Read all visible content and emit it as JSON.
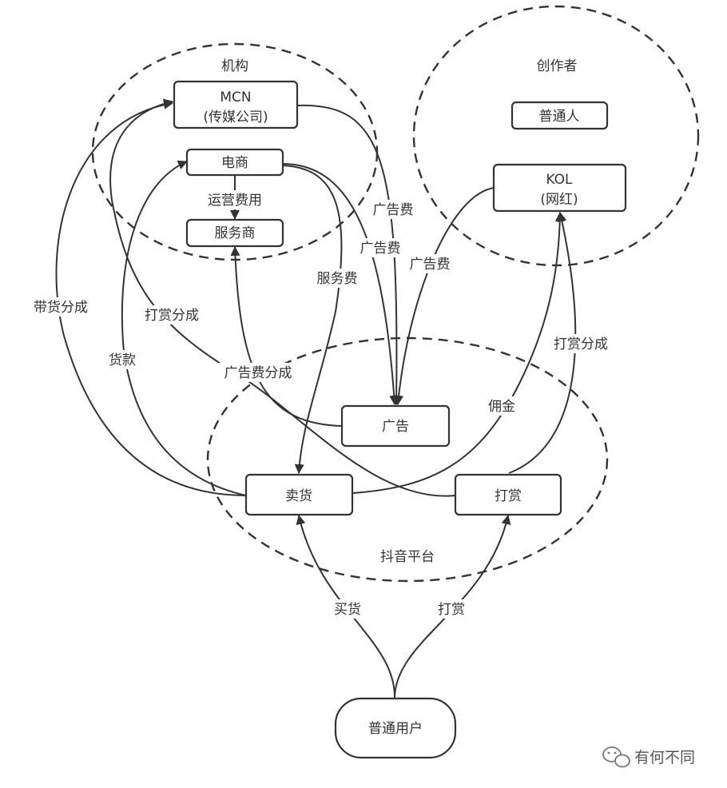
{
  "groups": {
    "institution": "机构",
    "creator": "创作者",
    "platform": "抖音平台"
  },
  "nodes": {
    "mcn": [
      "MCN",
      "(传媒公司)"
    ],
    "ecommerce": "电商",
    "service_provider": "服务商",
    "ordinary_person": "普通人",
    "kol": [
      "KOL",
      "(网红)"
    ],
    "ad": "广告",
    "selling": "卖货",
    "tipping": "打赏",
    "user": "普通用户"
  },
  "edges": {
    "operation_fee": "运营费用",
    "ad_fee_1": "广告费",
    "ad_fee_2": "广告费",
    "ad_fee_3": "广告费",
    "service_fee": "服务费",
    "commission_share": "带货分成",
    "tip_share_1": "打赏分成",
    "payment": "货款",
    "ad_fee_share": "广告费分成",
    "commission": "佣金",
    "tip_share_2": "打赏分成",
    "buy": "买货",
    "tip": "打赏"
  },
  "watermark": "有何不同"
}
